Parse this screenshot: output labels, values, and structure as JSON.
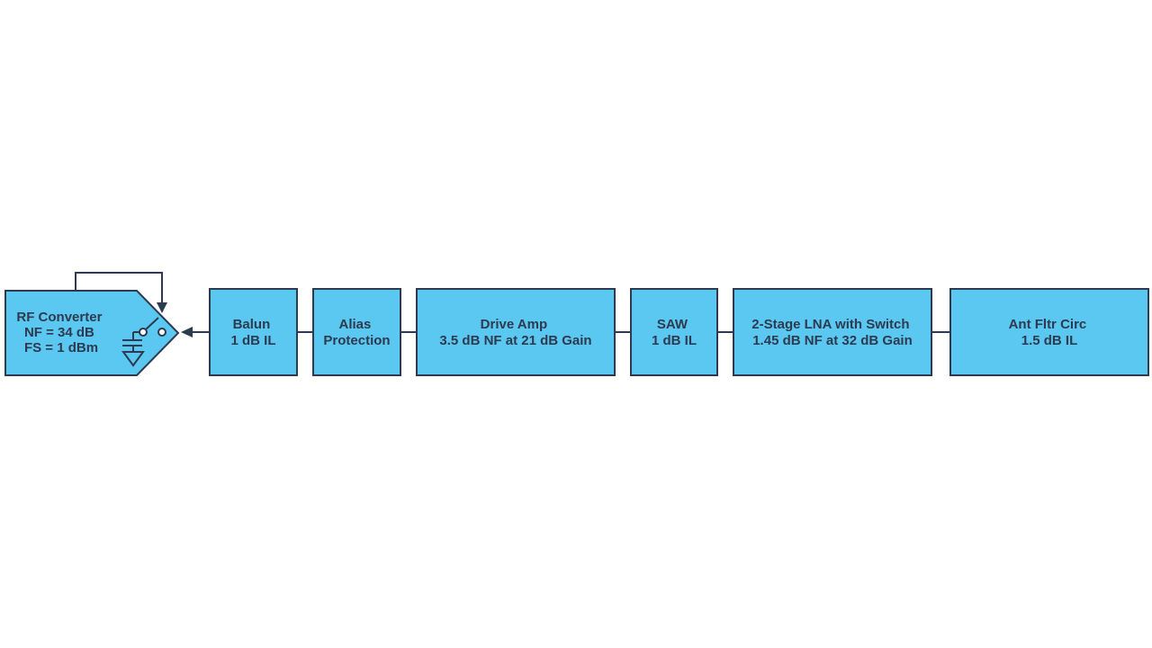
{
  "blocks": [
    {
      "id": "rf-converter",
      "lines": [
        "RF Converter",
        "NF = 34 dB",
        "FS = 1 dBm"
      ]
    },
    {
      "id": "balun",
      "lines": [
        "Balun",
        "1 dB IL"
      ]
    },
    {
      "id": "alias-protection",
      "lines": [
        "Alias",
        "Protection"
      ]
    },
    {
      "id": "drive-amp",
      "lines": [
        "Drive Amp",
        "3.5 dB NF at 21 dB Gain"
      ]
    },
    {
      "id": "saw",
      "lines": [
        "SAW",
        "1 dB IL"
      ]
    },
    {
      "id": "lna",
      "lines": [
        "2-Stage LNA with Switch",
        "1.45 dB NF at 32 dB Gain"
      ]
    },
    {
      "id": "ant-fltr-circ",
      "lines": [
        "Ant Fltr Circ",
        "1.5 dB IL"
      ]
    }
  ],
  "colors": {
    "block_fill": "#5bc8f1",
    "outline": "#2d3a4f",
    "text": "#2d3a4f"
  },
  "icons": [
    "switch-icon",
    "capacitor-icon",
    "ground-icon",
    "arrow-left-icon"
  ]
}
